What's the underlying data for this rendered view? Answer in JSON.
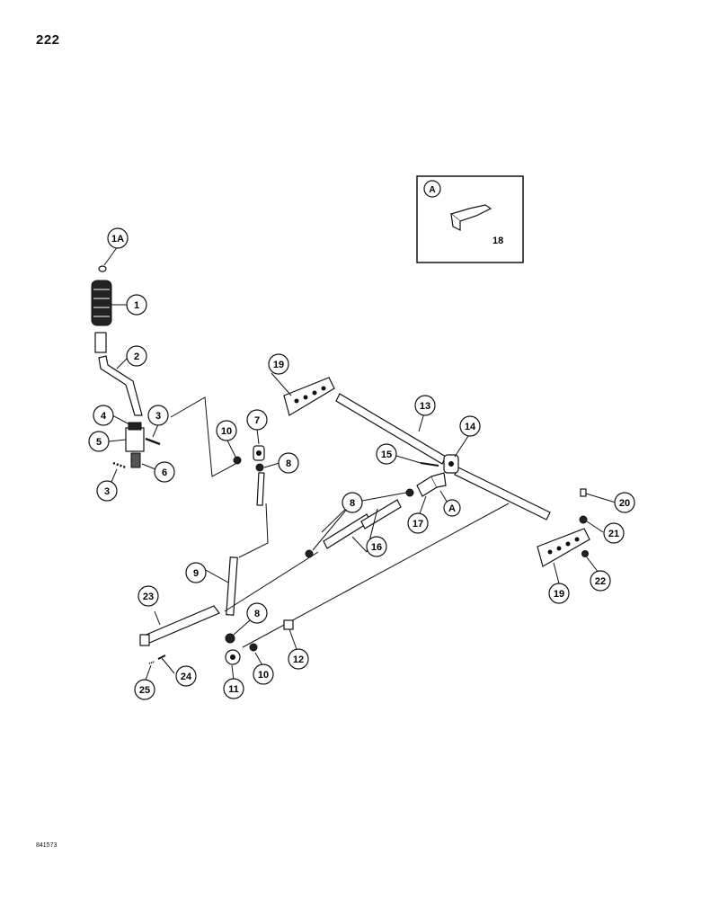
{
  "page": {
    "number": "222",
    "figure_code": "841573"
  },
  "detail_box": {
    "badge": "A",
    "part_label": "18"
  },
  "callouts": [
    {
      "id": "c-1A",
      "label": "1A"
    },
    {
      "id": "c-1",
      "label": "1"
    },
    {
      "id": "c-2",
      "label": "2"
    },
    {
      "id": "c-3a",
      "label": "3"
    },
    {
      "id": "c-3b",
      "label": "3"
    },
    {
      "id": "c-4",
      "label": "4"
    },
    {
      "id": "c-5",
      "label": "5"
    },
    {
      "id": "c-6",
      "label": "6"
    },
    {
      "id": "c-7",
      "label": "7"
    },
    {
      "id": "c-8a",
      "label": "8"
    },
    {
      "id": "c-8b",
      "label": "8"
    },
    {
      "id": "c-8c",
      "label": "8"
    },
    {
      "id": "c-9",
      "label": "9"
    },
    {
      "id": "c-10a",
      "label": "10"
    },
    {
      "id": "c-10b",
      "label": "10"
    },
    {
      "id": "c-11",
      "label": "11"
    },
    {
      "id": "c-12",
      "label": "12"
    },
    {
      "id": "c-13",
      "label": "13"
    },
    {
      "id": "c-14",
      "label": "14"
    },
    {
      "id": "c-15",
      "label": "15"
    },
    {
      "id": "c-16",
      "label": "16"
    },
    {
      "id": "c-17",
      "label": "17"
    },
    {
      "id": "c-A",
      "label": "A"
    },
    {
      "id": "c-19a",
      "label": "19"
    },
    {
      "id": "c-19b",
      "label": "19"
    },
    {
      "id": "c-20",
      "label": "20"
    },
    {
      "id": "c-21",
      "label": "21"
    },
    {
      "id": "c-22",
      "label": "22"
    },
    {
      "id": "c-23",
      "label": "23"
    },
    {
      "id": "c-24",
      "label": "24"
    },
    {
      "id": "c-25",
      "label": "25"
    }
  ]
}
